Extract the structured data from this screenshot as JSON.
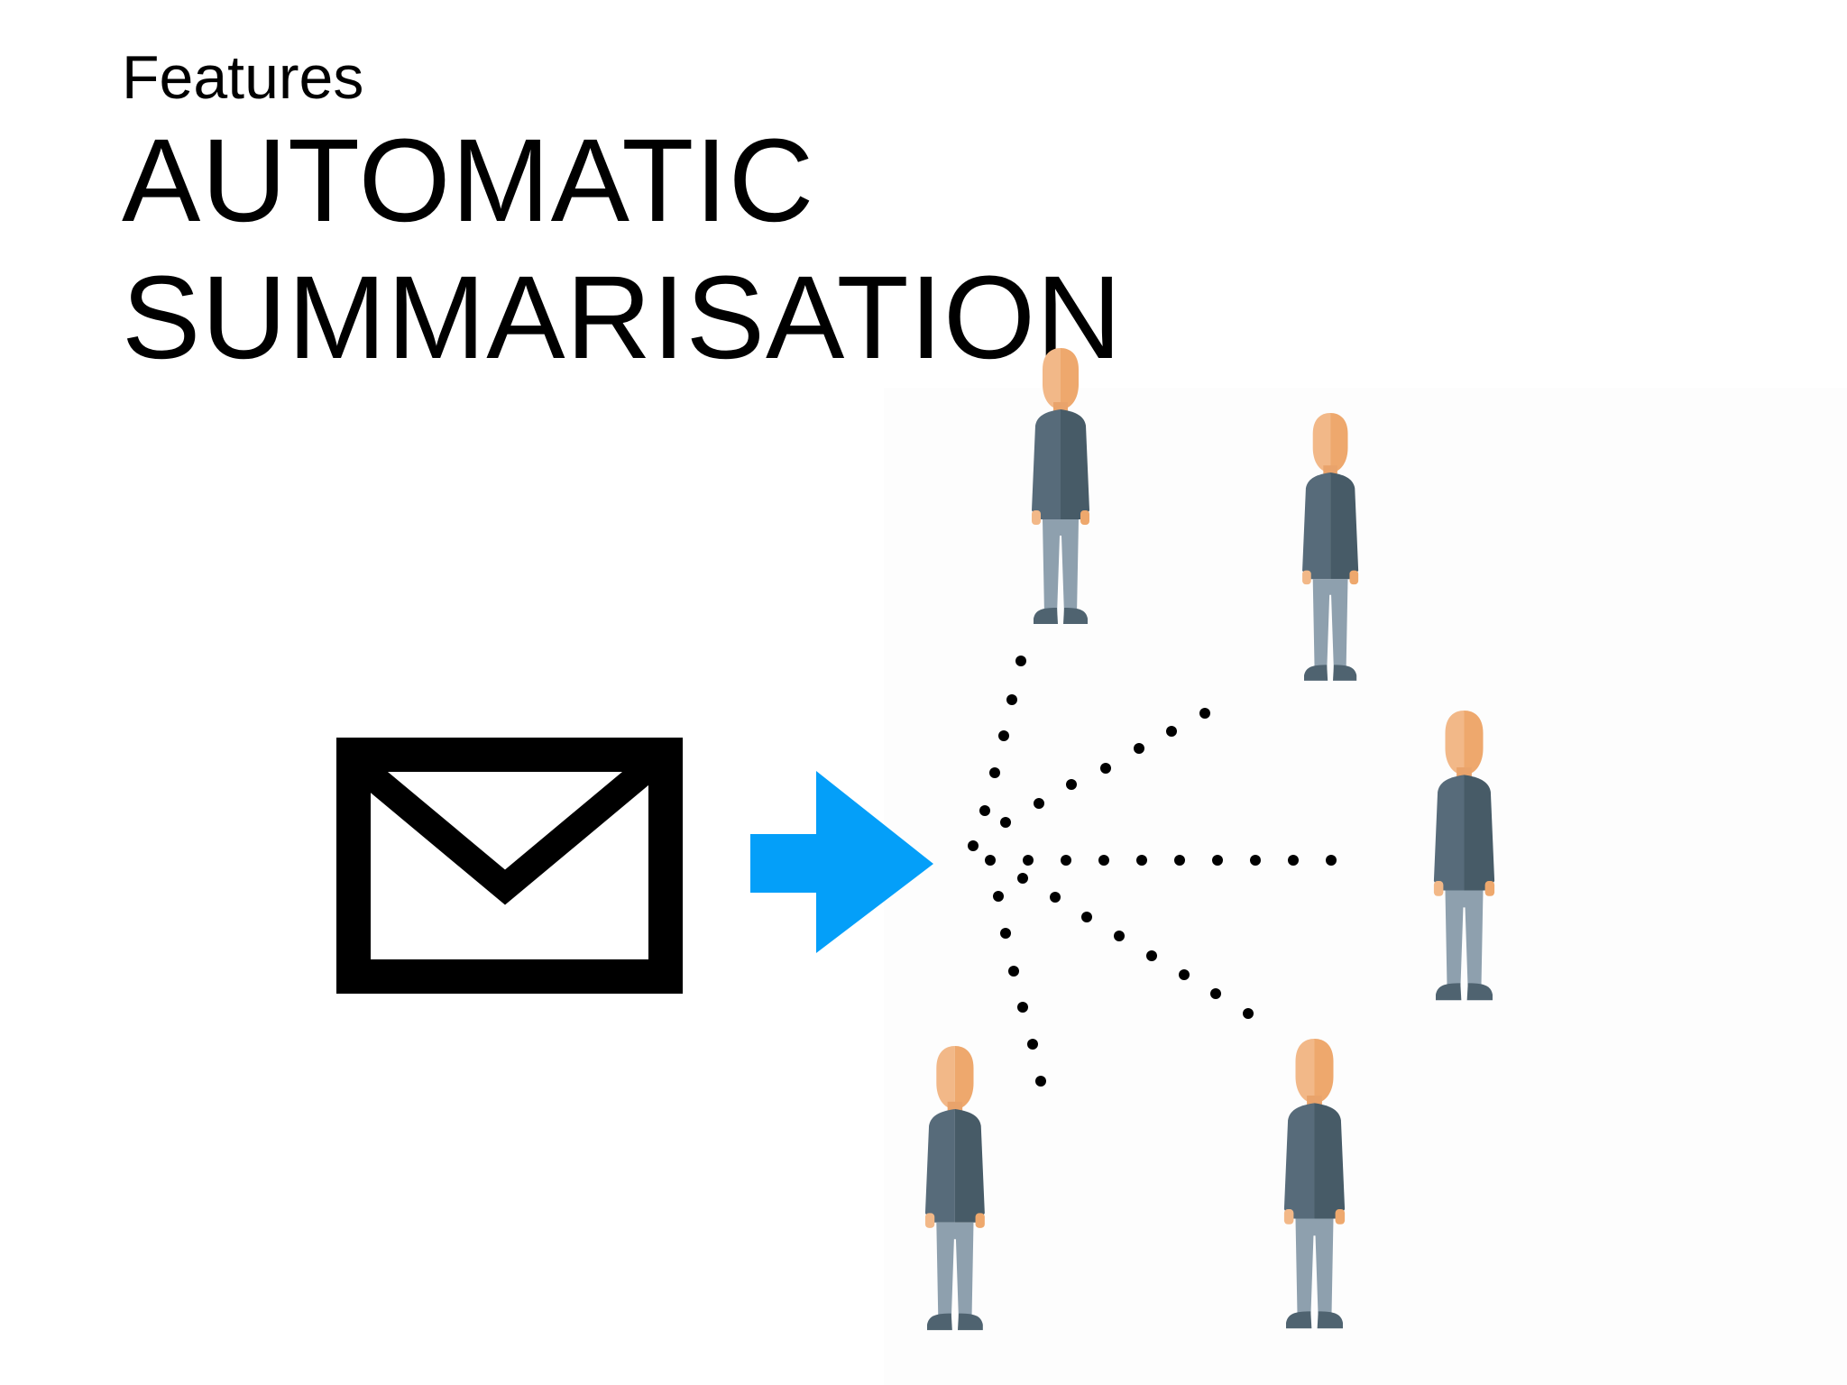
{
  "slide": {
    "section_label": "Features",
    "title_line1": "AUTOMATIC",
    "title_line2": "SUMMARISATION"
  },
  "graphic": {
    "icons": [
      "envelope-icon",
      "arrow-right-icon",
      "person-icon"
    ],
    "recipient_count": 5,
    "colors": {
      "arrow": "#049ff9",
      "envelope": "#000000",
      "skin_light": "#f2b888",
      "skin_dark": "#eea86d",
      "shirt_light": "#576b7a",
      "shirt_dark": "#475b67",
      "pants": "#8ea0ae",
      "shoes": "#4f6370"
    }
  }
}
